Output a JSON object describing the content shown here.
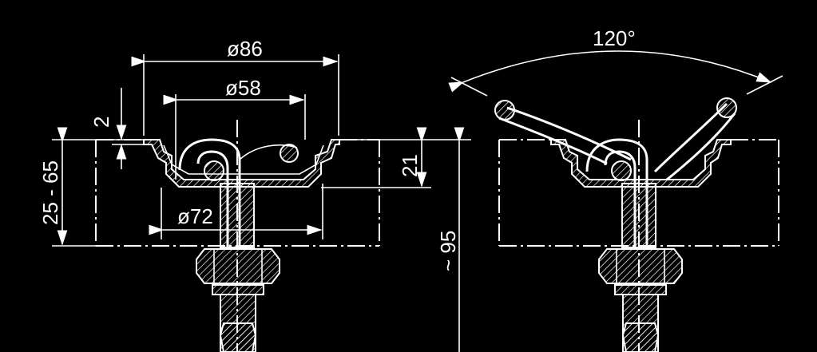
{
  "dimensions": {
    "dia_outer": "ø86",
    "dia_mid": "ø58",
    "dia_inner": "ø72",
    "flange": "2",
    "depth_range": "25 - 65",
    "recess": "21",
    "overall": "~ 95",
    "angle": "120°"
  },
  "colors": {
    "background": "#000000",
    "line": "#ffffff"
  }
}
